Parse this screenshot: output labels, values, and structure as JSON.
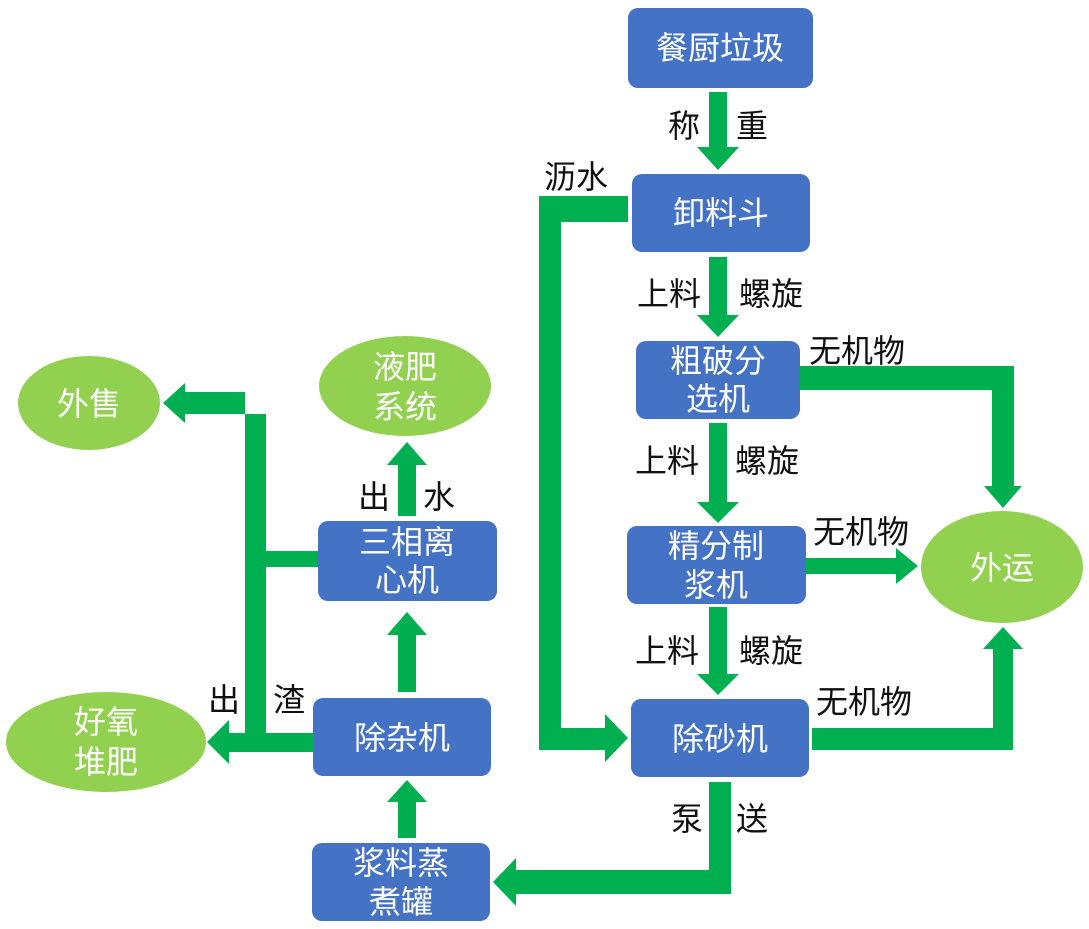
{
  "colors": {
    "box_fill": "#4472C4",
    "ellipse_fill": "#92D050",
    "arrow": "#00B050",
    "label_text": "#111111",
    "node_text": "#FFFFFF"
  },
  "nodes": {
    "kitchen_waste": "餐厨垃圾",
    "hopper": "卸料斗",
    "coarse_crusher_l1": "粗破分",
    "coarse_crusher_l2": "选机",
    "fine_pulper_l1": "精分制",
    "fine_pulper_l2": "浆机",
    "desander": "除砂机",
    "slurry_cooker_l1": "浆料蒸",
    "slurry_cooker_l2": "煮罐",
    "impurity_remover": "除杂机",
    "centrifuge_l1": "三相离",
    "centrifuge_l2": "心机"
  },
  "outputs": {
    "liquid_fertilizer_l1": "液肥",
    "liquid_fertilizer_l2": "系统",
    "for_sale": "外售",
    "compost_l1": "好氧",
    "compost_l2": "堆肥",
    "transport_out": "外运"
  },
  "labels": {
    "weigh_a": "称",
    "weigh_b": "重",
    "drain_water": "沥水",
    "feed1_a": "上料",
    "feed1_b": "螺旋",
    "feed2_a": "上料",
    "feed2_b": "螺旋",
    "feed3_a": "上料",
    "feed3_b": "螺旋",
    "inorganic1": "无机物",
    "inorganic2": "无机物",
    "inorganic3": "无机物",
    "pump_a": "泵",
    "pump_b": "送",
    "water_out_a": "出",
    "water_out_b": "水",
    "residue_out_a": "出",
    "residue_out_b": "渣"
  }
}
